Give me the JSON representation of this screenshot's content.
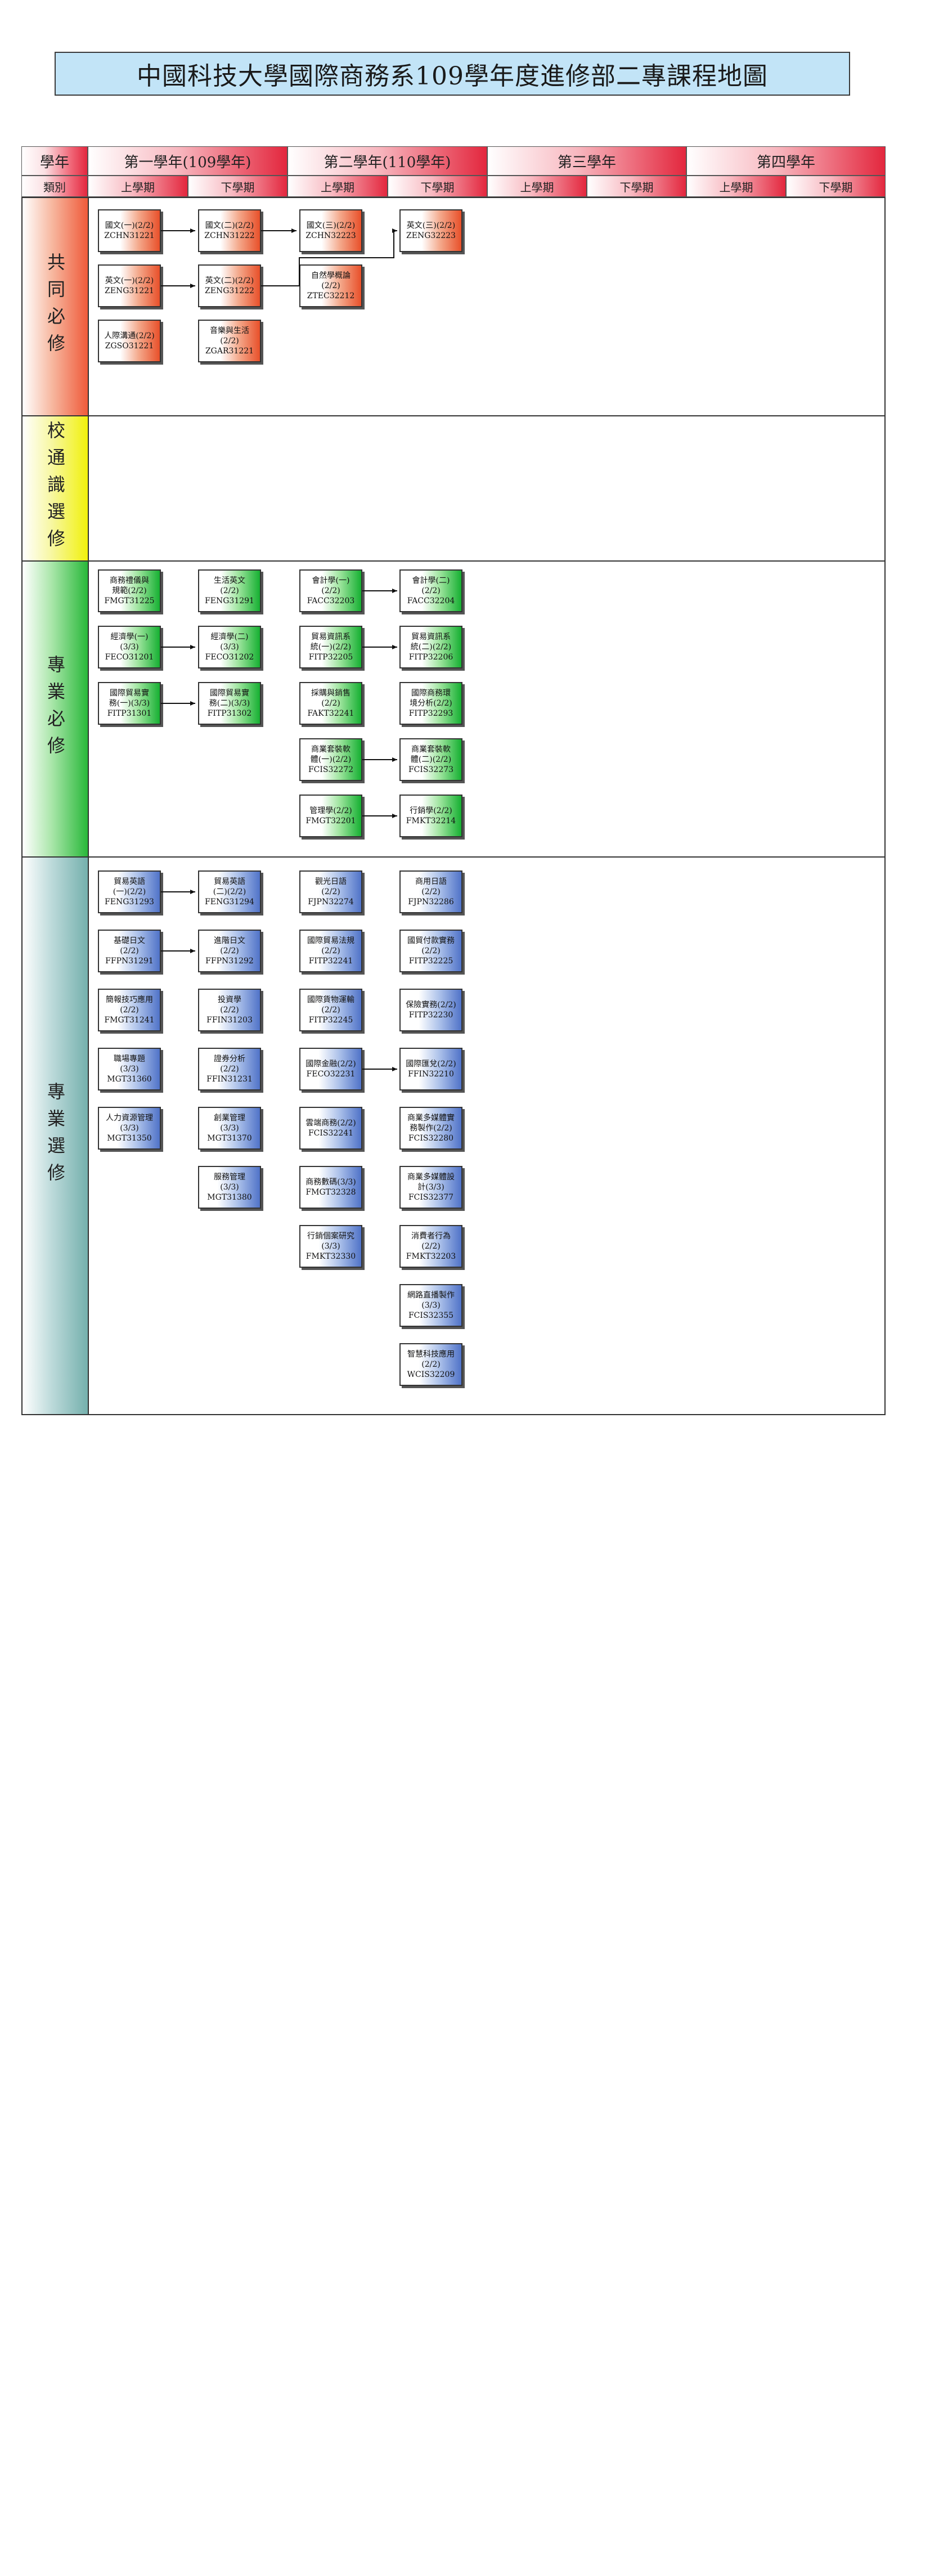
{
  "title": "中國科技大學國際商務系109學年度進修部二專課程地圖",
  "header": {
    "row1_label": "學年",
    "row2_label": "類別",
    "years": [
      "第一學年(109學年)",
      "第二學年(110學年)",
      "第三學年",
      "第四學年"
    ],
    "semesters": [
      "上學期",
      "下學期"
    ]
  },
  "sections": {
    "common": "共同必修",
    "general": "校通識選修",
    "required": "專業必修",
    "elective": "專業選修"
  },
  "courses": {
    "common": [
      {
        "id": "c1",
        "col": 0,
        "row": 0,
        "text": "國文(一)(2/2)\nZCHN31221"
      },
      {
        "id": "c2",
        "col": 0,
        "row": 1,
        "text": "英文(一)(2/2)\nZENG31221"
      },
      {
        "id": "c3",
        "col": 0,
        "row": 2,
        "text": "人際溝通(2/2)\nZGSO31221"
      },
      {
        "id": "c4",
        "col": 1,
        "row": 0,
        "text": "國文(二)(2/2)\nZCHN31222"
      },
      {
        "id": "c5",
        "col": 1,
        "row": 1,
        "text": "英文(二)(2/2)\nZENG31222"
      },
      {
        "id": "c6",
        "col": 1,
        "row": 2,
        "text": "音樂與生活\n(2/2)\nZGAR31221"
      },
      {
        "id": "c7",
        "col": 2,
        "row": 0,
        "text": "國文(三)(2/2)\nZCHN32223"
      },
      {
        "id": "c8",
        "col": 2,
        "row": 1,
        "text": "自然學概論\n(2/2)\nZTEC32212"
      },
      {
        "id": "c9",
        "col": 3,
        "row": 0,
        "text": "英文(三)(2/2)\nZENG32223"
      }
    ],
    "required": [
      {
        "id": "r1",
        "col": 0,
        "row": 0,
        "text": "商務禮儀與\n規範(2/2)\nFMGT31225"
      },
      {
        "id": "r2",
        "col": 0,
        "row": 1,
        "text": "經濟學(一)\n(3/3)\nFECO31201"
      },
      {
        "id": "r3",
        "col": 0,
        "row": 2,
        "text": "國際貿易實\n務(一)(3/3)\nFITP31301"
      },
      {
        "id": "r4",
        "col": 1,
        "row": 0,
        "text": "生活英文\n(2/2)\nFENG31291"
      },
      {
        "id": "r5",
        "col": 1,
        "row": 1,
        "text": "經濟學(二)\n(3/3)\nFECO31202"
      },
      {
        "id": "r6",
        "col": 1,
        "row": 2,
        "text": "國際貿易實\n務(二)(3/3)\nFITP31302"
      },
      {
        "id": "r7",
        "col": 2,
        "row": 0,
        "text": "會計學(一)\n(2/2)\nFACC32203"
      },
      {
        "id": "r8",
        "col": 2,
        "row": 1,
        "text": "貿易資訊系\n統(一)(2/2)\nFITP32205"
      },
      {
        "id": "r9",
        "col": 2,
        "row": 2,
        "text": "採購與銷售\n(2/2)\nFAKT32241"
      },
      {
        "id": "r10",
        "col": 2,
        "row": 3,
        "text": "商業套裝軟\n體(一)(2/2)\nFCIS32272"
      },
      {
        "id": "r11",
        "col": 2,
        "row": 4,
        "text": "管理學(2/2)\nFMGT32201"
      },
      {
        "id": "r12",
        "col": 3,
        "row": 0,
        "text": "會計學(二)\n(2/2)\nFACC32204"
      },
      {
        "id": "r13",
        "col": 3,
        "row": 1,
        "text": "貿易資訊系\n統(二)(2/2)\nFITP32206"
      },
      {
        "id": "r14",
        "col": 3,
        "row": 2,
        "text": "國際商務環\n境分析(2/2)\nFITP32293"
      },
      {
        "id": "r15",
        "col": 3,
        "row": 3,
        "text": "商業套裝軟\n體(二)(2/2)\nFCIS32273"
      },
      {
        "id": "r16",
        "col": 3,
        "row": 4,
        "text": "行銷學(2/2)\nFMKT32214"
      }
    ],
    "elective": [
      {
        "id": "e1",
        "col": 0,
        "row": 0,
        "text": "貿易英語\n(一)(2/2)\nFENG31293"
      },
      {
        "id": "e2",
        "col": 0,
        "row": 1,
        "text": "基礎日文\n(2/2)\nFFPN31291"
      },
      {
        "id": "e3",
        "col": 0,
        "row": 2,
        "text": "簡報技巧應用\n(2/2)\nFMGT31241"
      },
      {
        "id": "e4",
        "col": 0,
        "row": 3,
        "text": "職場專題\n(3/3)\nMGT31360"
      },
      {
        "id": "e5",
        "col": 0,
        "row": 4,
        "text": "人力資源管理\n(3/3)\nMGT31350"
      },
      {
        "id": "e6",
        "col": 1,
        "row": 0,
        "text": "貿易英語\n(二)(2/2)\nFENG31294"
      },
      {
        "id": "e7",
        "col": 1,
        "row": 1,
        "text": "進階日文\n(2/2)\nFFPN31292"
      },
      {
        "id": "e8",
        "col": 1,
        "row": 2,
        "text": "投資學\n(2/2)\nFFIN31203"
      },
      {
        "id": "e9",
        "col": 1,
        "row": 3,
        "text": "證券分析\n(2/2)\nFFIN31231"
      },
      {
        "id": "e10",
        "col": 1,
        "row": 4,
        "text": "創業管理\n(3/3)\nMGT31370"
      },
      {
        "id": "e11",
        "col": 1,
        "row": 5,
        "text": "服務管理\n(3/3)\nMGT31380"
      },
      {
        "id": "e12",
        "col": 2,
        "row": 0,
        "text": "觀光日語\n(2/2)\nFJPN32274"
      },
      {
        "id": "e13",
        "col": 2,
        "row": 1,
        "text": "國際貿易法規\n(2/2)\nFITP32241"
      },
      {
        "id": "e14",
        "col": 2,
        "row": 2,
        "text": "國際貨物運輸\n(2/2)\nFITP32245"
      },
      {
        "id": "e15",
        "col": 2,
        "row": 3,
        "text": "國際金融(2/2)\nFECO32231"
      },
      {
        "id": "e16",
        "col": 2,
        "row": 4,
        "text": "雲端商務(2/2)\nFCIS32241"
      },
      {
        "id": "e17",
        "col": 2,
        "row": 5,
        "text": "商務數碼(3/3)\nFMGT32328"
      },
      {
        "id": "e18",
        "col": 2,
        "row": 6,
        "text": "行銷個案研究\n(3/3)\nFMKT32330"
      },
      {
        "id": "e19",
        "col": 3,
        "row": 0,
        "text": "商用日語\n(2/2)\nFJPN32286"
      },
      {
        "id": "e20",
        "col": 3,
        "row": 1,
        "text": "國貿付款實務\n(2/2)\nFITP32225"
      },
      {
        "id": "e21",
        "col": 3,
        "row": 2,
        "text": "保險實務(2/2)\nFITP32230"
      },
      {
        "id": "e22",
        "col": 3,
        "row": 3,
        "text": "國際匯兌(2/2)\nFFIN32210"
      },
      {
        "id": "e23",
        "col": 3,
        "row": 4,
        "text": "商業多媒體實\n務製作(2/2)\nFCIS32280"
      },
      {
        "id": "e24",
        "col": 3,
        "row": 5,
        "text": "商業多媒體設\n計(3/3)\nFCIS32377"
      },
      {
        "id": "e25",
        "col": 3,
        "row": 6,
        "text": "消費者行為\n(2/2)\nFMKT32203"
      },
      {
        "id": "e26",
        "col": 3,
        "row": 7,
        "text": "網路直播製作\n(3/3)\nFCIS32355"
      },
      {
        "id": "e27",
        "col": 3,
        "row": 8,
        "text": "智慧科技應用\n(2/2)\nWCIS32209"
      }
    ]
  },
  "colors": {
    "header_red": "#e3273e",
    "common_orange": "#e8502a",
    "general_yellow": "#f1f10c",
    "required_green": "#16b032",
    "elective_blue": "#5073c8",
    "elective_side": "#75b0ad",
    "title_bg": "#c2e4f7"
  }
}
